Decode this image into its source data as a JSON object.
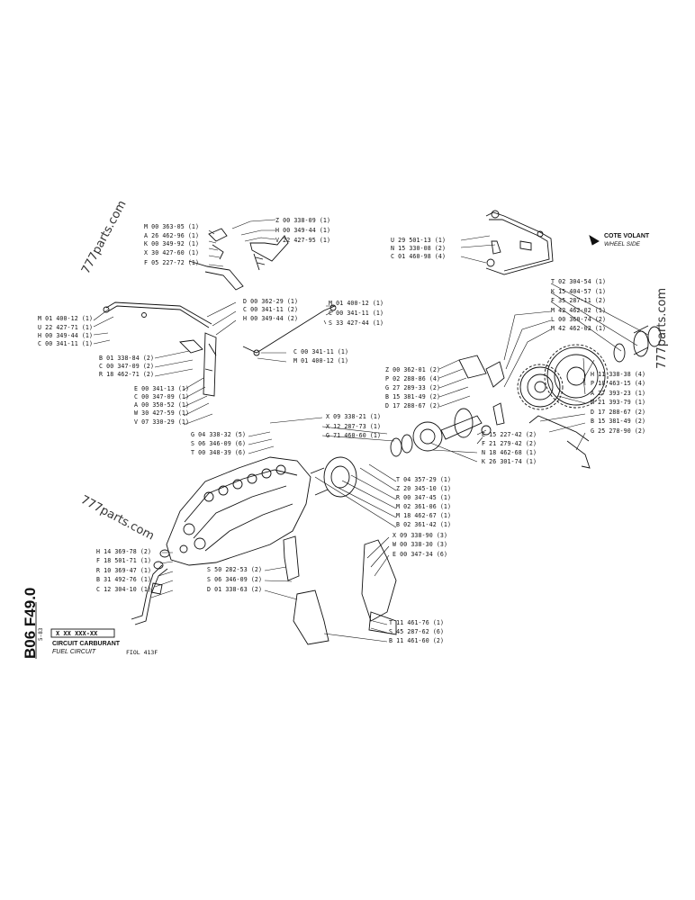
{
  "watermarks": [
    "777parts.com",
    "777parts.com",
    "777parts.com"
  ],
  "sheet": {
    "code": "B06 F49.0",
    "date_code": "5-83",
    "part_box": "X XX XXX-XX",
    "title_fr": "CIRCUIT CARBURANT",
    "title_en": "FUEL CIRCUIT",
    "model": "FIOL 413F"
  },
  "side_note": {
    "fr": "COTE VOLANT",
    "en": "WHEEL SIDE"
  },
  "callouts": [
    "Z 00 338-09 (1)",
    "H 00 349-44 (1)",
    "V 22 427-95 (1)",
    "M 00 363-05 (1)",
    "A 26 462-96 (1)",
    "K 00 349-92 (1)",
    "X 30 427-60 (1)",
    "F 05 227-72 (1)",
    "U 29 501-13 (1)",
    "N 15 330-08 (2)",
    "C 01 460-98 (4)",
    "D 00 362-29 (1)",
    "C 00 341-11 (2)",
    "H 00 349-44 (2)",
    "M 01 400-12 (1)",
    "C 00 341-11 (1)",
    "S 33 427-44 (1)",
    "M 01 400-12 (1)",
    "U 22 427-71 (1)",
    "H 00 349-44 (1)",
    "C 00 341-11 (1)",
    "B 01 338-84 (2)",
    "C 00 347-09 (2)",
    "R 18 462-71 (2)",
    "C 00 341-11 (1)",
    "M 01 400-12 (1)",
    "E 00 341-13 (1)",
    "C 00 347-09 (1)",
    "A 00 350-52 (1)",
    "W 30 427-59 (1)",
    "V 07 330-29 (1)",
    "T 02 304-54 (1)",
    "K 15 404-57 (1)",
    "F 35 287-11 (2)",
    "M 42 462-02 (1)",
    "L 00 360-74 (2)",
    "M 42 462-02 (1)",
    "Z 00 362-01 (2)",
    "P 02 288-86 (4)",
    "G 27 289-33 (2)",
    "B 15 381-49 (2)",
    "D 17 288-67 (2)",
    "H 11 338-38 (4)",
    "P 18 463-15 (4)",
    "A 27 393-23 (1)",
    "M 21 393-79 (1)",
    "D 17 288-67 (2)",
    "B 15 381-49 (2)",
    "G 25 278-90 (2)",
    "X 09 338-21 (1)",
    "X 12 287-73 (1)",
    "G 71 460-60 (1)",
    "G 04 338-32 (5)",
    "S 06 346-09 (6)",
    "T 00 348-39 (6)",
    "E 15 227-42 (2)",
    "F 21 279-42 (2)",
    "N 18 462-68 (1)",
    "K 26 301-74 (1)",
    "T 04 357-29 (1)",
    "Z 20 345-10 (1)",
    "R 00 347-45 (1)",
    "M 02 361-06 (1)",
    "M 18 462-67 (1)",
    "B 02 361-42 (1)",
    "X 09 338-90 (3)",
    "W 00 338-30 (3)",
    "E 00 347-34 (6)",
    "H 14 369-78 (2)",
    "F 18 501-71 (1)",
    "R 10 369-47 (1)",
    "B 31 492-76 (1)",
    "C 12 304-10 (1)",
    "S 50 282-53 (2)",
    "S 06 346-09 (2)",
    "D 01 338-63 (2)",
    "T 11 461-76 (1)",
    "S 45 287-62 (6)",
    "B 11 461-60 (2)"
  ]
}
